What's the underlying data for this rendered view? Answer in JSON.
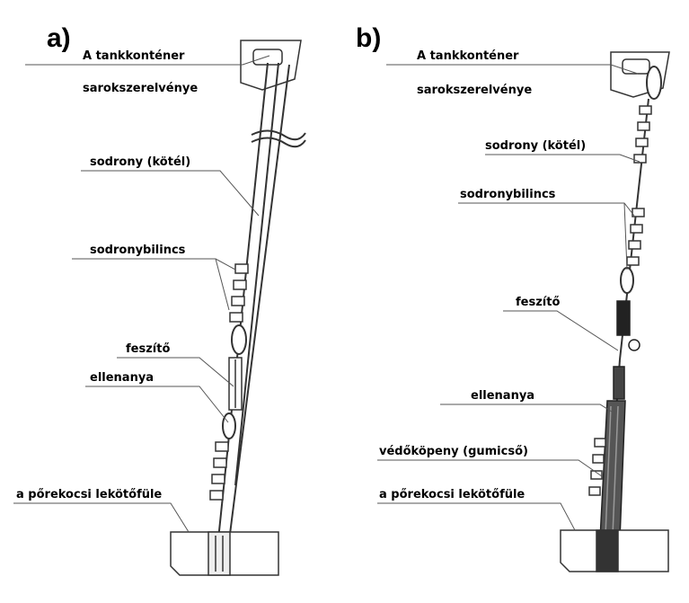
{
  "panels": [
    {
      "id": "a",
      "title": "a)",
      "labels": {
        "corner": "A tankkonténer",
        "corner2": "sarokszerelvénye",
        "wire": "sodrony (kötél)",
        "clamp": "sodronybilincs",
        "tensioner": "feszítő",
        "locknut": "ellenanya",
        "lug": "a pőrekocsi lekötőfüle"
      }
    },
    {
      "id": "b",
      "title": "b)",
      "labels": {
        "corner": "A tankkonténer",
        "corner2": "sarokszerelvénye",
        "wire": "sodrony (kötél)",
        "clamp": "sodronybilincs",
        "tensioner": "feszítő",
        "locknut": "ellenanya",
        "sleeve": "védőköpeny (gumicső)",
        "lug": "a pőrekocsi lekötőfüle"
      }
    }
  ],
  "colors": {
    "ink": "#000000",
    "line": "#333333",
    "leader": "#555555",
    "paper": "#ffffff"
  }
}
